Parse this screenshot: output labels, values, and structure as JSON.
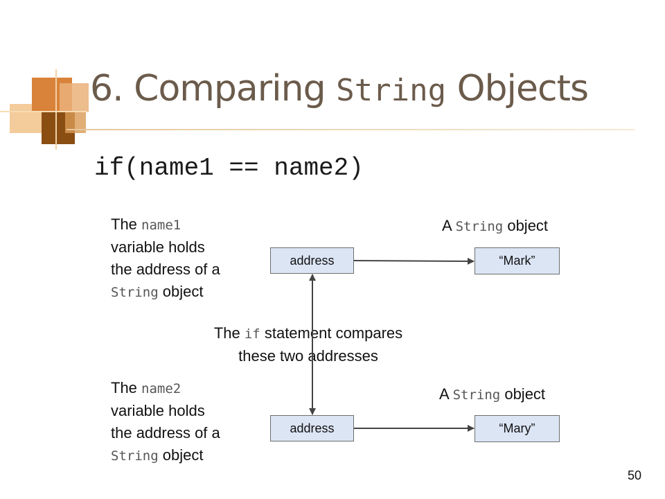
{
  "title": {
    "prefix": "6. Comparing ",
    "mono": "String",
    "suffix": " Objects"
  },
  "code_line": "if(name1 == name2)",
  "diagram": {
    "label_name1": {
      "l1_a": "The ",
      "l1_m": "name1",
      "l2": "variable holds",
      "l3": "the address of a",
      "l4_m": "String",
      "l4_b": " object"
    },
    "label_name2": {
      "l1_a": "The ",
      "l1_m": "name2",
      "l2": "variable holds",
      "l3": "the address of a",
      "l4_m": "String",
      "l4_b": " object"
    },
    "label_top_obj": {
      "a": "A ",
      "m": "String",
      "b": " object"
    },
    "label_bot_obj": {
      "a": "A ",
      "m": "String",
      "b": " object"
    },
    "label_compare": {
      "l1_a": "The ",
      "l1_m": "if",
      "l1_b": " statement compares",
      "l2": "these two addresses"
    },
    "box_addr1": "address",
    "box_addr2": "address",
    "box_mark": "“Mark”",
    "box_mary": "“Mary”"
  },
  "page_number": "50",
  "colors": {
    "box_fill": "#dce5f4",
    "title": "#6b5b4b",
    "accent_orange": "#d9823a"
  }
}
